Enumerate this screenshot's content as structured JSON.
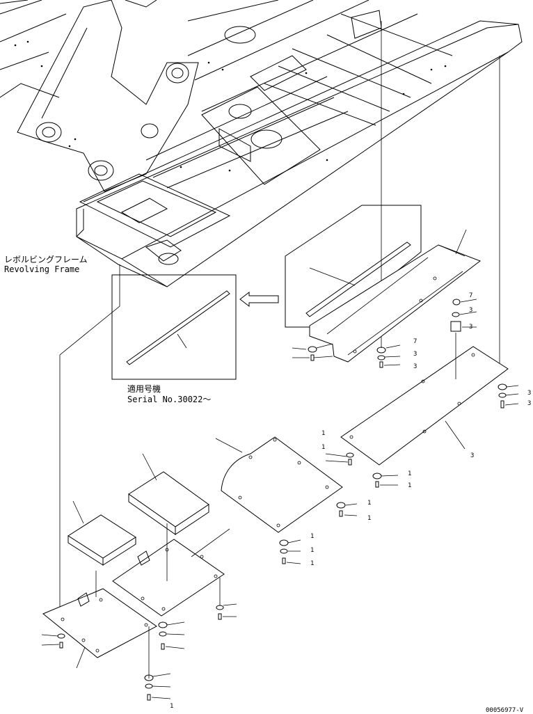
{
  "labels": {
    "frame_jp": "レボルビングフレーム",
    "frame_en": "Revolving Frame",
    "serial_jp": "適用号機",
    "serial_en": "Serial No.30022～",
    "doc_id": "00056977-V"
  },
  "callouts": [
    "7",
    "3",
    "3",
    "7",
    "3",
    "3",
    "3",
    "3",
    "1",
    "1",
    "1",
    "1",
    "1",
    "1",
    "1",
    "1",
    "1",
    "1",
    "3"
  ]
}
